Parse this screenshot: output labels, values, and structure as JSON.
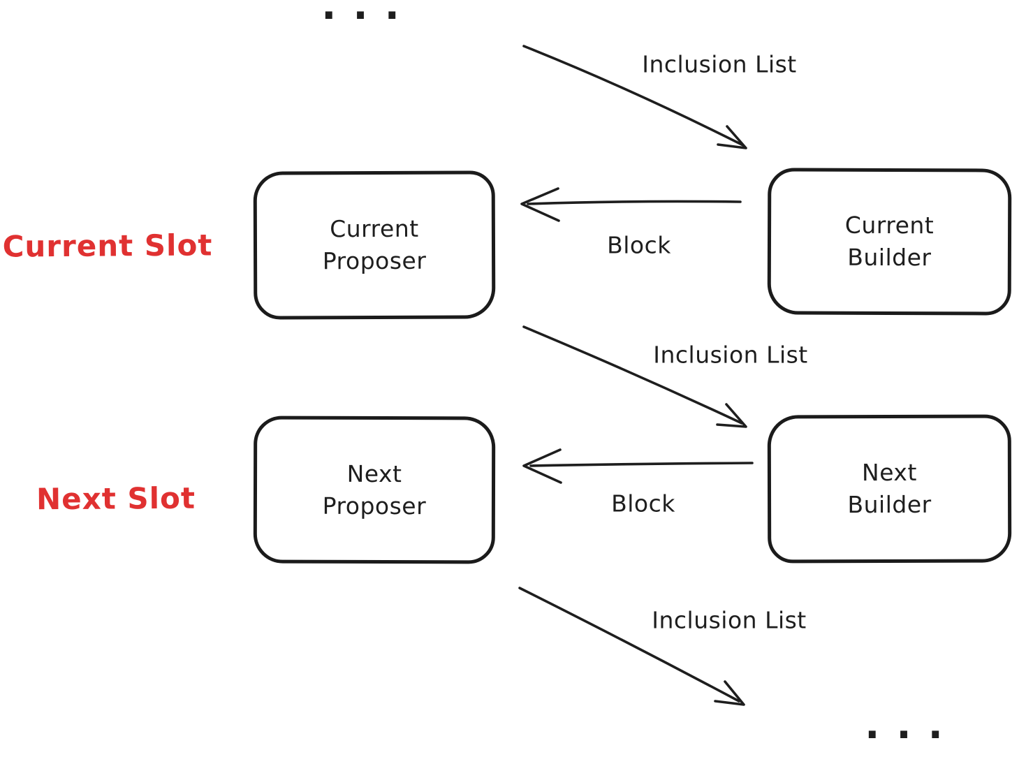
{
  "diagram": {
    "style": {
      "background_color": "#ffffff",
      "ink_color": "#1e1e1e",
      "accent_color": "#e03131"
    },
    "ellipsis_top": "...",
    "ellipsis_bottom": "...",
    "slot_labels": [
      {
        "label": "Current Slot"
      },
      {
        "label": "Next Slot"
      }
    ],
    "nodes": [
      {
        "id": "current-proposer",
        "label": "Current\nProposer"
      },
      {
        "id": "current-builder",
        "label": "Current\nBuilder"
      },
      {
        "id": "next-proposer",
        "label": "Next\nProposer"
      },
      {
        "id": "next-builder",
        "label": "Next\nBuilder"
      }
    ],
    "edges": [
      {
        "from": "previous-slot",
        "to": "current-builder",
        "label": "Inclusion List"
      },
      {
        "from": "current-builder",
        "to": "current-proposer",
        "label": "Block"
      },
      {
        "from": "current-proposer",
        "to": "next-builder",
        "label": "Inclusion List"
      },
      {
        "from": "next-builder",
        "to": "next-proposer",
        "label": "Block"
      },
      {
        "from": "next-proposer",
        "to": "following-slot",
        "label": "Inclusion List"
      }
    ]
  }
}
